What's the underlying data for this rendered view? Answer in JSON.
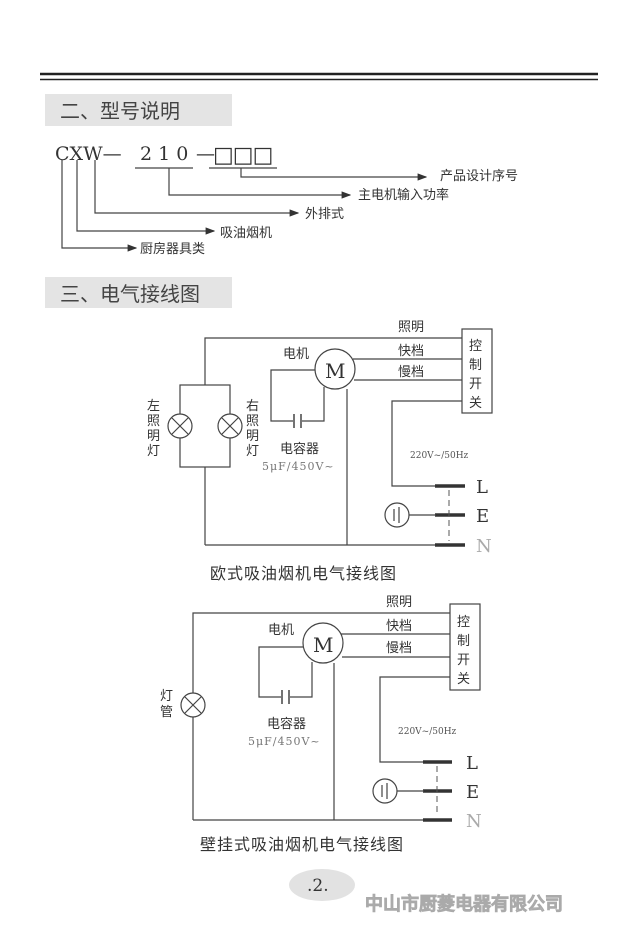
{
  "section_model": {
    "title": "二、型号说明",
    "code": {
      "prefix": "CXW—",
      "power": "2 1 0",
      "dash": "—",
      "boxes": "□□□"
    },
    "legend": [
      "产品设计序号",
      "主电机输入功率",
      "外排式",
      "吸油烟机",
      "厨房器具类"
    ]
  },
  "section_wiring": {
    "title": "三、电气接线图"
  },
  "diagram_eu": {
    "lighting": "照明",
    "fast": "快档",
    "slow": "慢档",
    "switch": [
      "控",
      "制",
      "开",
      "关"
    ],
    "motor_label": "电机",
    "motor_symbol": "M",
    "capacitor": "电容器",
    "capacitor_spec": "5μF/450V~",
    "left_lamp": [
      "左",
      "照",
      "明",
      "灯"
    ],
    "right_lamp": [
      "右",
      "照",
      "明",
      "灯"
    ],
    "supply": "220V~/50Hz",
    "terminals": [
      "L",
      "E",
      "N"
    ],
    "caption": "欧式吸油烟机电气接线图"
  },
  "diagram_wall": {
    "lighting": "照明",
    "fast": "快档",
    "slow": "慢档",
    "switch": [
      "控",
      "制",
      "开",
      "关"
    ],
    "motor_label": "电机",
    "motor_symbol": "M",
    "capacitor": "电容器",
    "capacitor_spec": "5μF/450V~",
    "lamp": [
      "灯",
      "管"
    ],
    "supply": "220V~/50Hz",
    "terminals": [
      "L",
      "E",
      "N"
    ],
    "caption": "壁挂式吸油烟机电气接线图"
  },
  "footer": {
    "page": ".2.",
    "company": "中山市厨菱电器有限公司"
  }
}
